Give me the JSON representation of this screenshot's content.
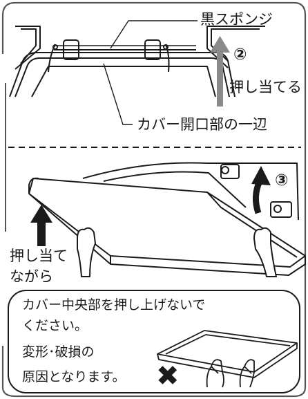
{
  "top_section": {
    "label_sponge": "黒スポンジ",
    "step_number": "②",
    "step_action": "押し当てる",
    "label_cover_edge": "カバー開口部の一辺"
  },
  "bottom_section": {
    "step_number": "③",
    "push_label_line1": "押し当て",
    "push_label_line2": "ながら"
  },
  "warning": {
    "line1": "カバー中央部を押し上げないで",
    "line2": "ください。",
    "line3": "変形･破損の",
    "line4": "原因となります。",
    "mark": "✖"
  },
  "colors": {
    "ink": "#1a1a1a",
    "arrow_gray": "#8a8a8a",
    "frame": "#555555"
  },
  "icons": {
    "prohibited": "cross-mark-icon",
    "hands": "hands-icon",
    "push_arrow": "up-arrow-icon",
    "rotate_arrow": "curved-arrow-icon"
  }
}
